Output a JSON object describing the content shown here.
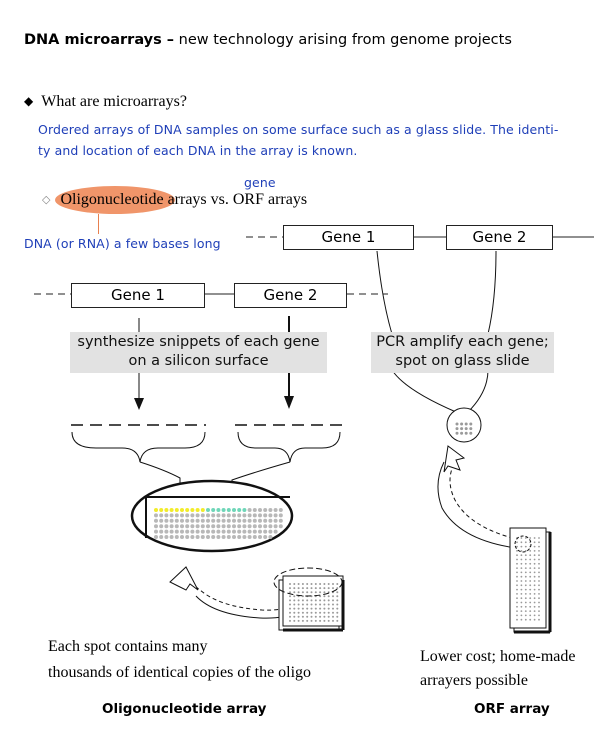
{
  "header": {
    "title_bold": "DNA microarrays –",
    "title_rest": " new technology arising from genome projects"
  },
  "question": {
    "bullet": "◆",
    "text": "What are microarrays?"
  },
  "answer_note": {
    "line1": "Ordered arrays of DNA samples on some surface such as a glass slide.  The identi-",
    "line2": "ty and location of each DNA in the array is known."
  },
  "compare": {
    "bullet": "◇",
    "oligo_word": "Oligonucleotide",
    "rest": "arrays vs. ORF arrays",
    "gene_note": "gene",
    "oligo_note": "DNA (or RNA) a few bases long"
  },
  "left_panel": {
    "gene1": "Gene 1",
    "gene2": "Gene 2",
    "process_line1": "synthesize snippets of each gene",
    "process_line2": "on a silicon surface",
    "spot_note_line1": "Each spot contains many",
    "spot_note_line2": "thousands of identical copies of the oligo",
    "caption": "Oligonucleotide array"
  },
  "right_panel": {
    "gene1": "Gene 1",
    "gene2": "Gene 2",
    "process_line1": "PCR amplify each gene;",
    "process_line2": "spot on glass slide",
    "cost_line1": "Lower cost; home-made",
    "cost_line2": "arrayers possible",
    "caption": "ORF array"
  },
  "colors": {
    "annotation_blue": "#1f3fb8",
    "oligo_highlight": "#f0956a",
    "oligo_note_line": "#e8804f",
    "process_box_gray": "#e2e2e2",
    "spot_yellow": "#f2ec2a",
    "spot_teal": "#6fd6b8",
    "spot_gray": "#b8b8b8"
  }
}
